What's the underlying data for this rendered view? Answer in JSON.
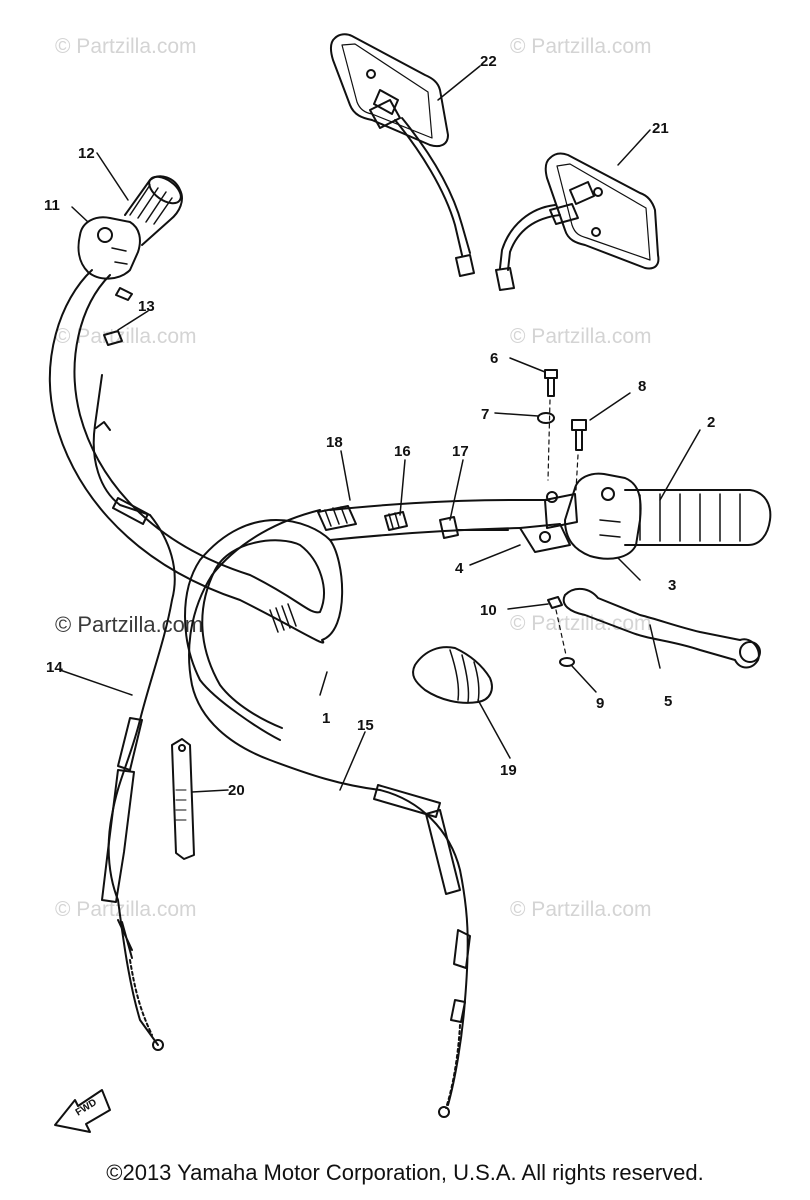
{
  "watermarks": [
    "© Partzilla.com",
    "© Partzilla.com",
    "© Partzilla.com",
    "© Partzilla.com",
    "© Partzilla.com",
    "© Partzilla.com",
    "© Partzilla.com",
    "© Partzilla.com"
  ],
  "copyright": "©2013 Yamaha Motor Corporation, U.S.A. All rights reserved.",
  "direction_label": "FWD",
  "parts": [
    {
      "num": "1"
    },
    {
      "num": "2"
    },
    {
      "num": "3"
    },
    {
      "num": "4"
    },
    {
      "num": "5"
    },
    {
      "num": "6"
    },
    {
      "num": "7"
    },
    {
      "num": "8"
    },
    {
      "num": "9"
    },
    {
      "num": "10"
    },
    {
      "num": "11"
    },
    {
      "num": "12"
    },
    {
      "num": "13"
    },
    {
      "num": "14"
    },
    {
      "num": "15"
    },
    {
      "num": "16"
    },
    {
      "num": "17"
    },
    {
      "num": "18"
    },
    {
      "num": "19"
    },
    {
      "num": "20"
    },
    {
      "num": "21"
    },
    {
      "num": "22"
    }
  ],
  "colors": {
    "line": "#111111",
    "watermark": "#d4d4d4"
  }
}
